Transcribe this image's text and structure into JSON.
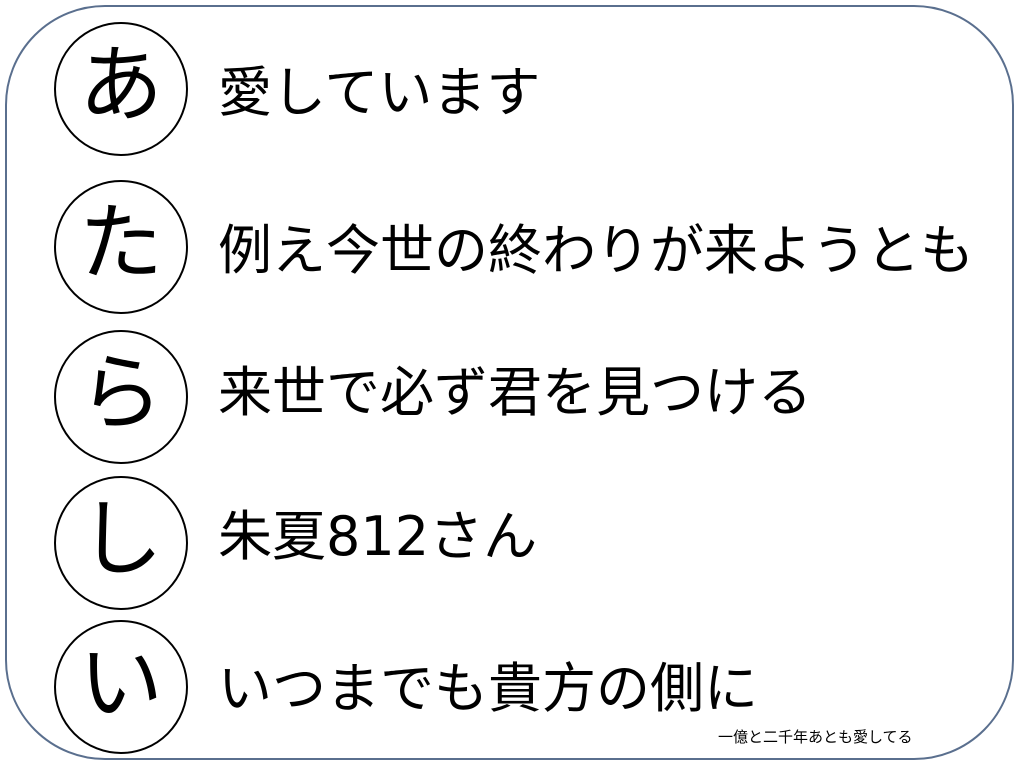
{
  "acrostic": [
    {
      "initial": "あ",
      "text": "愛しています"
    },
    {
      "initial": "た",
      "text": "例え今世の終わりが来ようとも"
    },
    {
      "initial": "ら",
      "text": "来世で必ず君を見つける"
    },
    {
      "initial": "し",
      "text": "朱夏812さん"
    },
    {
      "initial": "い",
      "text": "いつまでも貴方の側に"
    }
  ],
  "footer_note": "一億と二千年あとも愛してる",
  "colors": {
    "frame_border": "#5a6f8e",
    "text": "#000000",
    "background": "#ffffff"
  }
}
